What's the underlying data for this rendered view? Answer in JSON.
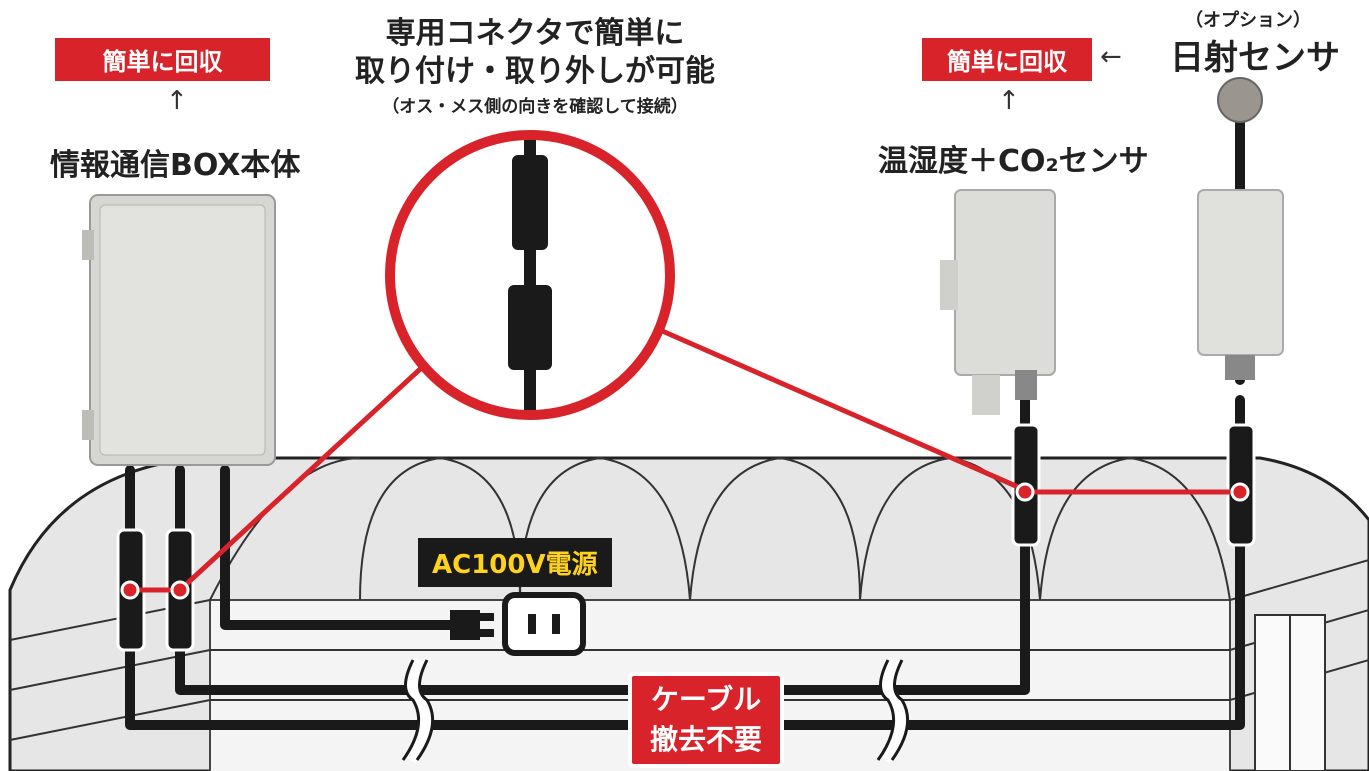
{
  "top_center": {
    "line1": "専用コネクタで簡単に",
    "line2": "取り付け・取り外しが可能",
    "note": "（オス・メス側の向きを確認して接続）"
  },
  "left": {
    "badge": "簡単に回収",
    "caption": "情報通信BOX本体"
  },
  "right": {
    "badge": "簡単に回収",
    "sensor_caption": "温湿度＋CO₂センサ",
    "option_note": "（オプション）",
    "option_name": "日射センサ"
  },
  "power": {
    "label": "AC100V電源"
  },
  "cable": {
    "line1": "ケーブル",
    "line2": "撤去不要"
  },
  "colors": {
    "accent_red": "#d8232a",
    "cable": "#1a1a1a",
    "power_text": "#ffd21e"
  }
}
